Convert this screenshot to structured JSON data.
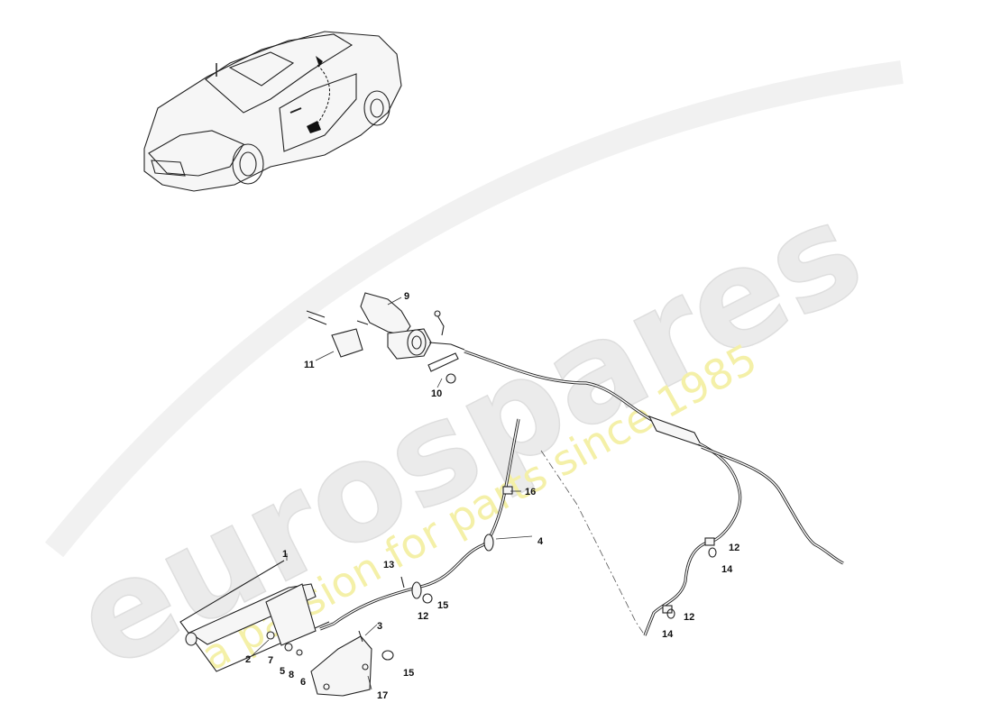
{
  "watermark": {
    "brand": "eurospares",
    "tagline": "a passion for parts since 1985"
  },
  "callouts": [
    {
      "id": "1",
      "label": "1"
    },
    {
      "id": "2",
      "label": "2"
    },
    {
      "id": "3",
      "label": "3"
    },
    {
      "id": "4",
      "label": "4"
    },
    {
      "id": "5",
      "label": "5"
    },
    {
      "id": "6",
      "label": "6"
    },
    {
      "id": "7",
      "label": "7"
    },
    {
      "id": "8",
      "label": "8"
    },
    {
      "id": "9",
      "label": "9"
    },
    {
      "id": "10",
      "label": "10"
    },
    {
      "id": "11",
      "label": "11"
    },
    {
      "id": "12a",
      "label": "12"
    },
    {
      "id": "12b",
      "label": "12"
    },
    {
      "id": "12c",
      "label": "12"
    },
    {
      "id": "13",
      "label": "13"
    },
    {
      "id": "14a",
      "label": "14"
    },
    {
      "id": "14b",
      "label": "14"
    },
    {
      "id": "15a",
      "label": "15"
    },
    {
      "id": "15b",
      "label": "15"
    },
    {
      "id": "16",
      "label": "16"
    },
    {
      "id": "17",
      "label": "17"
    }
  ],
  "icons": {
    "car": "car-thumbnail-icon",
    "lever": "handbrake-lever-icon",
    "actuator": "parking-brake-actuator-icon"
  }
}
